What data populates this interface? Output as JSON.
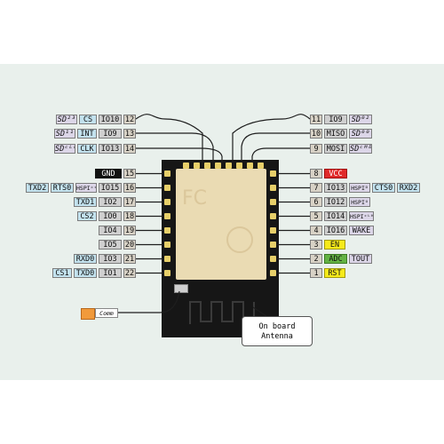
{
  "pins_left": [
    {
      "extras": [
        {
          "text": "SD²³",
          "style": "pink ital"
        },
        {
          "text": "CS",
          "style": "cyan"
        }
      ],
      "gpio": "IO10",
      "num": "12"
    },
    {
      "extras": [
        {
          "text": "SD¹¹",
          "style": "pink ital"
        },
        {
          "text": "INT",
          "style": "cyan"
        }
      ],
      "gpio": "IO9",
      "num": "13"
    },
    {
      "extras": [
        {
          "text": "SDᶜᴸᴷ",
          "style": "pink ital"
        },
        {
          "text": "CLK",
          "style": "cyan"
        }
      ],
      "gpio": "IO13",
      "num": "14"
    },
    {
      "extras": [
        {
          "text": "GND",
          "style": "black"
        }
      ],
      "gpio": "",
      "num": "15"
    },
    {
      "extras": [
        {
          "text": "TXD2",
          "style": "cyan"
        },
        {
          "text": "RTS0",
          "style": "cyan"
        },
        {
          "text": "HSPIᶜˢ",
          "style": "pink small"
        }
      ],
      "gpio": "IO15",
      "num": "16"
    },
    {
      "extras": [
        {
          "text": "TXD1",
          "style": "cyan"
        }
      ],
      "gpio": "IO2",
      "num": "17"
    },
    {
      "extras": [
        {
          "text": "CS2",
          "style": "cyan"
        }
      ],
      "gpio": "IO0",
      "num": "18"
    },
    {
      "extras": [],
      "gpio": "IO4",
      "num": "19"
    },
    {
      "extras": [],
      "gpio": "IO5",
      "num": "20"
    },
    {
      "extras": [
        {
          "text": "RXD0",
          "style": "cyan"
        }
      ],
      "gpio": "IO3",
      "num": "21"
    },
    {
      "extras": [
        {
          "text": "CS1",
          "style": "cyan"
        },
        {
          "text": "TXD0",
          "style": "cyan"
        }
      ],
      "gpio": "IO1",
      "num": "22"
    }
  ],
  "pins_right": [
    {
      "num": "11",
      "gpio": "IO9",
      "extras": [
        {
          "text": "SD⁰²",
          "style": "pink ital"
        }
      ]
    },
    {
      "num": "10",
      "gpio": "MISO",
      "extras": [
        {
          "text": "SD⁰⁰",
          "style": "pink ital"
        }
      ]
    },
    {
      "num": "9",
      "gpio": "MOSI",
      "extras": [
        {
          "text": "SDᶜᴹᴰ",
          "style": "pink ital"
        }
      ]
    },
    {
      "num": "8",
      "gpio": "",
      "extras": [
        {
          "text": "VCC",
          "style": "red"
        }
      ]
    },
    {
      "num": "7",
      "gpio": "IO13",
      "extras": [
        {
          "text": "HSPIᴰ",
          "style": "pink small"
        },
        {
          "text": "CTS0",
          "style": "cyan"
        },
        {
          "text": "RXD2",
          "style": "cyan"
        }
      ]
    },
    {
      "num": "6",
      "gpio": "IO12",
      "extras": [
        {
          "text": "HSPIᴼ",
          "style": "pink small"
        }
      ]
    },
    {
      "num": "5",
      "gpio": "IO14",
      "extras": [
        {
          "text": "HSPIᶜᴸᴷ",
          "style": "pink small"
        }
      ]
    },
    {
      "num": "4",
      "gpio": "IO16",
      "extras": [
        {
          "text": "WAKE",
          "style": "pink"
        }
      ]
    },
    {
      "num": "3",
      "gpio": "",
      "extras": [
        {
          "text": "EN",
          "style": "yellow"
        }
      ]
    },
    {
      "num": "2",
      "gpio": "",
      "extras": [
        {
          "text": "ADC",
          "style": "green"
        },
        {
          "text": "TOUT",
          "style": "pink"
        }
      ]
    },
    {
      "num": "1",
      "gpio": "",
      "extras": [
        {
          "text": "RST",
          "style": "yellow"
        }
      ]
    }
  ],
  "comm_label": "Comm",
  "antenna_label": [
    "On board",
    "Antenna"
  ],
  "colors": {
    "board": "#161616",
    "shield": "#eadbb3",
    "pad": "#e7cf6a",
    "wire": "#1e1e1e"
  }
}
